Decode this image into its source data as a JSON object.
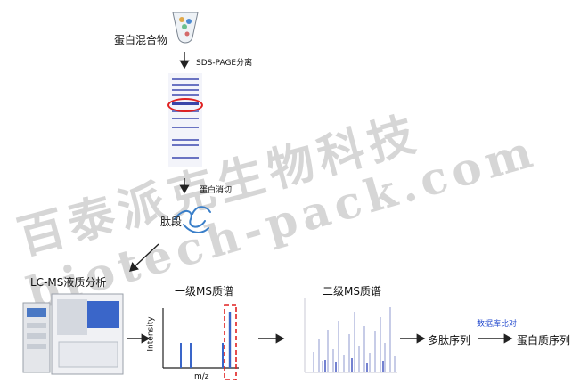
{
  "labels": {
    "protein_mix": "蛋白混合物",
    "sds_page": "SDS-PAGE分离",
    "digestion": "蛋白消切",
    "peptides": "肽段",
    "lcms": "LC-MS液质分析",
    "ms1": "一级MS质谱",
    "ms2": "二级MS质谱",
    "intensity": "Intensity",
    "mz": "m/z",
    "db_compare": "数据库比对",
    "peptide_seq": "多肽序列",
    "protein_seq": "蛋白质序列"
  },
  "watermark": {
    "line1": "百泰派克生物科技",
    "line2": "biotech-pack.com"
  },
  "colors": {
    "accent_blue": "#2a4fcf",
    "highlight_red": "#e02020",
    "gel_band": "#6a73c2",
    "peak_blue": "#3a66c9"
  },
  "icons": [
    "test-tube-icon",
    "gel-strip-icon",
    "peptide-squiggle-icon",
    "lcms-instrument-icon",
    "ms-spectrum-icon"
  ]
}
